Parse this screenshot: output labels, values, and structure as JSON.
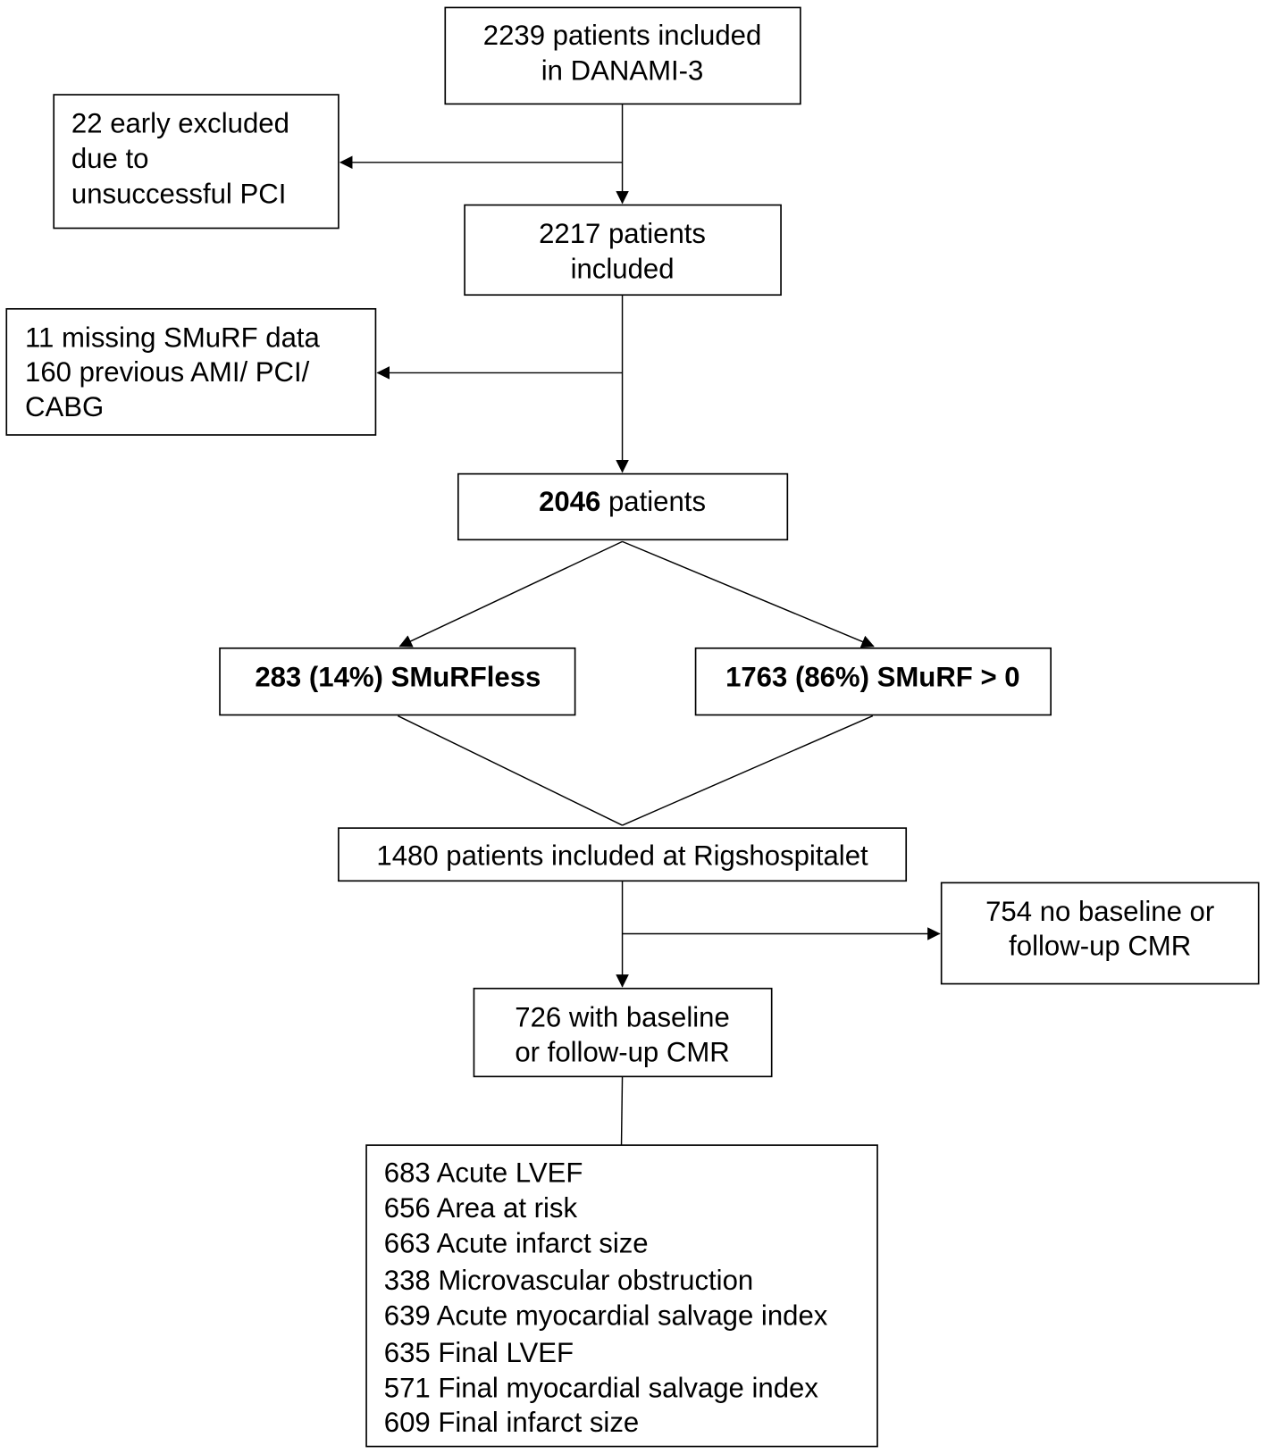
{
  "boxes": {
    "included": {
      "lines": [
        "2239 patients included",
        "in DANAMI-3"
      ]
    },
    "early_excluded": {
      "lines": [
        "22 early excluded",
        "due to",
        "unsuccessful PCI"
      ]
    },
    "included_2217": {
      "lines": [
        "2217 patients",
        "included"
      ]
    },
    "missing": {
      "lines": [
        "11 missing SMuRF data",
        "160 previous AMI/ PCI/",
        "CABG"
      ]
    },
    "patients_2046": {
      "bold": "2046",
      "rest": " patients"
    },
    "smurfless": {
      "label": "283 (14%) SMuRFless"
    },
    "smurf_pos": {
      "label": "1763 (86%) SMuRF > 0"
    },
    "rigshospitalet": {
      "label": "1480 patients included at Rigshospitalet"
    },
    "no_cmr": {
      "lines": [
        "754 no baseline or",
        "follow-up CMR"
      ]
    },
    "with_cmr": {
      "lines": [
        "726 with baseline",
        "or follow-up CMR"
      ]
    },
    "outcomes": {
      "lines": [
        "683 Acute LVEF",
        "656 Area at risk",
        "663 Acute infarct size",
        "338 Microvascular obstruction",
        "639 Acute myocardial salvage index",
        "635 Final LVEF",
        "571 Final myocardial salvage index",
        "609 Final infarct size"
      ]
    }
  }
}
